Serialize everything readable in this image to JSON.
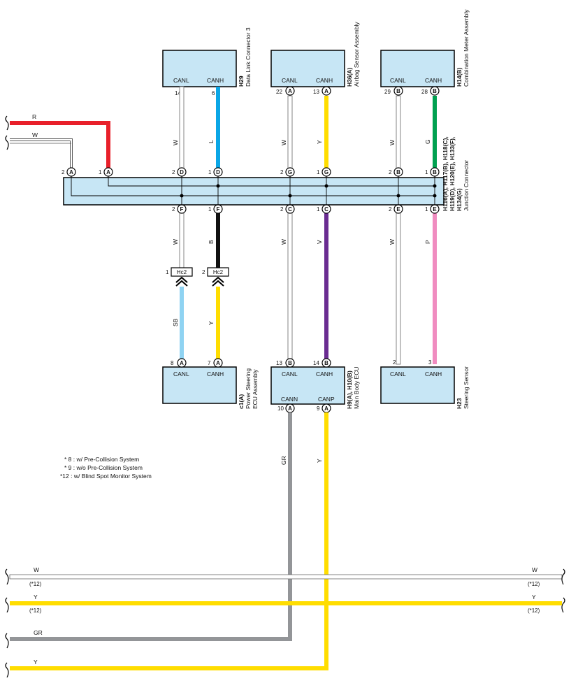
{
  "components": {
    "dlc3": {
      "code": "H29",
      "name": "Data Link Connector 3",
      "left_label": "CANL",
      "right_label": "CANH",
      "left_pin": "14",
      "right_pin": "6"
    },
    "airbag": {
      "code": "H36(A)",
      "name": "Airbag Sensor Assembly",
      "left_label": "CANL",
      "right_label": "CANH",
      "left_pin": "22",
      "right_pin": "13",
      "left_conn": "A",
      "right_conn": "A"
    },
    "meter": {
      "code": "H14(B)",
      "name": "Combination Meter Assembly",
      "left_label": "CANL",
      "right_label": "CANH",
      "left_pin": "29",
      "right_pin": "28",
      "left_conn": "B",
      "right_conn": "B"
    },
    "junction": {
      "codes_1": "H116(A), H117(B), H118(C),",
      "codes_2": "H119(D), H120(E), H133(F),",
      "codes_3": "H134(G)",
      "name": "Junction Connector"
    },
    "ps_ecu": {
      "code": "c1(A)",
      "name_1": "Power Steering",
      "name_2": "ECU Assembly",
      "left_label": "CANL",
      "right_label": "CANH",
      "left_pin": "8",
      "right_pin": "7",
      "left_conn": "A",
      "right_conn": "A"
    },
    "body_ecu": {
      "code": "H9(A), H10(B)",
      "name": "Main Body ECU",
      "top_left_label": "CANL",
      "top_right_label": "CANH",
      "bottom_left_label": "CANN",
      "bottom_right_label": "CANP",
      "top_left_pin": "13",
      "top_right_pin": "14",
      "top_conn": "B",
      "bottom_left_pin": "10",
      "bottom_right_pin": "9",
      "bottom_conn": "A"
    },
    "steer": {
      "code": "H23",
      "name": "Steering Sensor",
      "left_label": "CANL",
      "right_label": "CANH",
      "left_pin": "2",
      "right_pin": "3"
    }
  },
  "junction_pins": {
    "top": [
      {
        "num": "2",
        "conn": "A"
      },
      {
        "num": "1",
        "conn": "A"
      },
      {
        "num": "2",
        "conn": "D"
      },
      {
        "num": "1",
        "conn": "D"
      },
      {
        "num": "2",
        "conn": "G"
      },
      {
        "num": "1",
        "conn": "G"
      },
      {
        "num": "2",
        "conn": "B"
      },
      {
        "num": "1",
        "conn": "B"
      }
    ],
    "bottom": [
      {
        "num": "2",
        "conn": "F"
      },
      {
        "num": "1",
        "conn": "F"
      },
      {
        "num": "2",
        "conn": "C"
      },
      {
        "num": "1",
        "conn": "C"
      },
      {
        "num": "2",
        "conn": "E"
      },
      {
        "num": "1",
        "conn": "E"
      }
    ]
  },
  "inline_connector": {
    "label": "Hc2",
    "left_pin": "1",
    "right_pin": "2"
  },
  "wire_colors": {
    "left_r": "R",
    "left_w": "W",
    "dlc_w": "W",
    "dlc_l": "L",
    "airbag_w": "W",
    "airbag_y": "Y",
    "meter_w": "W",
    "meter_g": "G",
    "f_w": "W",
    "f_b": "B",
    "c_w": "W",
    "c_v": "V",
    "e_w": "W",
    "e_p": "P",
    "ps_sb": "SB",
    "ps_y": "Y",
    "body_gr": "GR",
    "body_y": "Y",
    "bus_w_left": "W",
    "bus_w_right": "W",
    "bus_y_left": "Y",
    "bus_y_right": "Y",
    "bus_gr": "GR",
    "bus_y2": "Y"
  },
  "bus_notes": {
    "note_w_left": "(*12)",
    "note_w_right": "(*12)",
    "note_y_left": "(*12)",
    "note_y_right": "(*12)"
  },
  "notes": [
    "* 8 : w/ Pre-Collision System",
    "* 9 : w/o Pre-Collision System",
    "*12 : w/ Blind Spot Monitor System"
  ],
  "colors": {
    "red": "#e8202a",
    "blue": "#0aa6e6",
    "yellow": "#ffdd00",
    "green": "#00a150",
    "black": "#111111",
    "violet": "#6a2c91",
    "pink": "#f08cc0",
    "skyblue": "#8fd3f2",
    "gray": "#939598",
    "ecu_fill": "#c7e6f5"
  }
}
